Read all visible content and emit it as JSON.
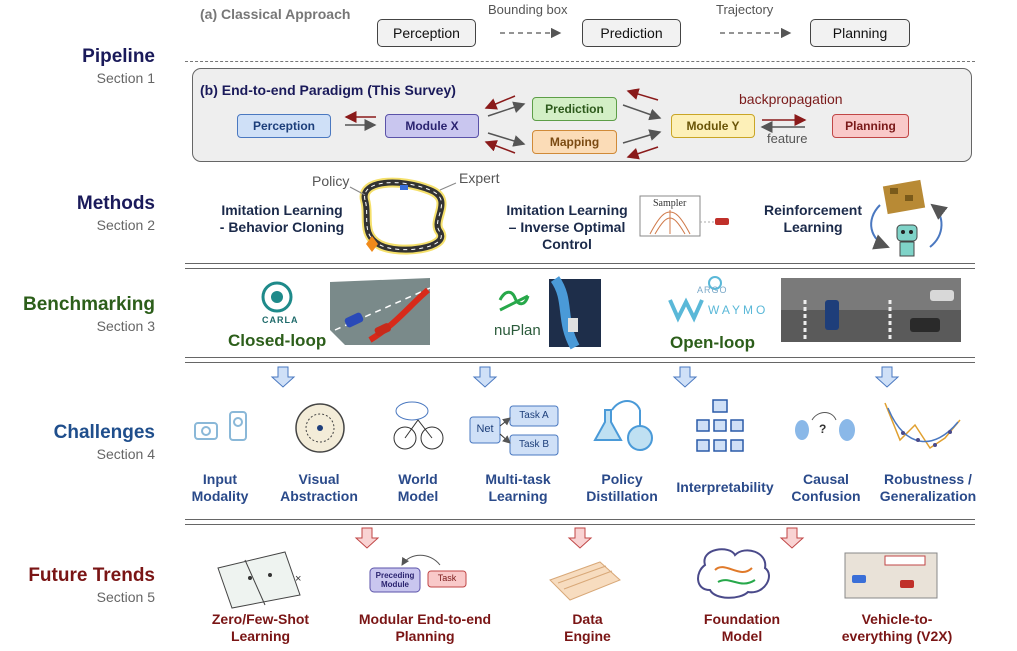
{
  "sections": {
    "pipeline": {
      "title": "Pipeline",
      "sub": "Section 1",
      "color": "#1a1a5a"
    },
    "methods": {
      "title": "Methods",
      "sub": "Section 2",
      "color": "#1a1a5a"
    },
    "benchmarking": {
      "title": "Benchmarking",
      "sub": "Section 3",
      "color": "#2c5e1a"
    },
    "challenges": {
      "title": "Challenges",
      "sub": "Section 4",
      "color": "#1f4e8c"
    },
    "future": {
      "title": "Future Trends",
      "sub": "Section 5",
      "color": "#7a1515"
    }
  },
  "classical": {
    "heading": "(a) Classical Approach",
    "perception": "Perception",
    "prediction": "Prediction",
    "planning": "Planning",
    "edge1": "Bounding box",
    "edge2": "Trajectory"
  },
  "e2e": {
    "heading": "(b) End-to-end Paradigm (This Survey)",
    "perception": "Perception",
    "module_x": "Module X",
    "prediction": "Prediction",
    "mapping": "Mapping",
    "module_y": "Module Y",
    "planning": "Planning",
    "backprop": "backpropagation",
    "feature": "feature"
  },
  "methods": {
    "il_bc": "Imitation Learning\n- Behavior Cloning",
    "policy": "Policy",
    "expert": "Expert",
    "il_ioc": "Imitation Learning\n– Inverse Optimal\nControl",
    "sampler": "Sampler",
    "rl": "Reinforcement\nLearning"
  },
  "benchmarking": {
    "carla": "CARLA",
    "closed_loop": "Closed-loop",
    "nuplan": "nuPlan",
    "argo": "ARGO",
    "waymo": "WAYMO",
    "open_loop": "Open-loop"
  },
  "challenges": {
    "items": [
      "Input\nModality",
      "Visual\nAbstraction",
      "World\nModel",
      "Multi-task\nLearning",
      "Policy\nDistillation",
      "Interpretability",
      "Causal\nConfusion",
      "Robustness /\nGeneralization"
    ],
    "net": "Net",
    "task_a": "Task A",
    "task_b": "Task B"
  },
  "future": {
    "items": [
      "Zero/Few-Shot\nLearning",
      "Modular End-to-end\nPlanning",
      "Data\nEngine",
      "Foundation\nModel",
      "Vehicle-to-\neverything (V2X)"
    ],
    "preceding": "Preceding\nModule",
    "task": "Task"
  }
}
